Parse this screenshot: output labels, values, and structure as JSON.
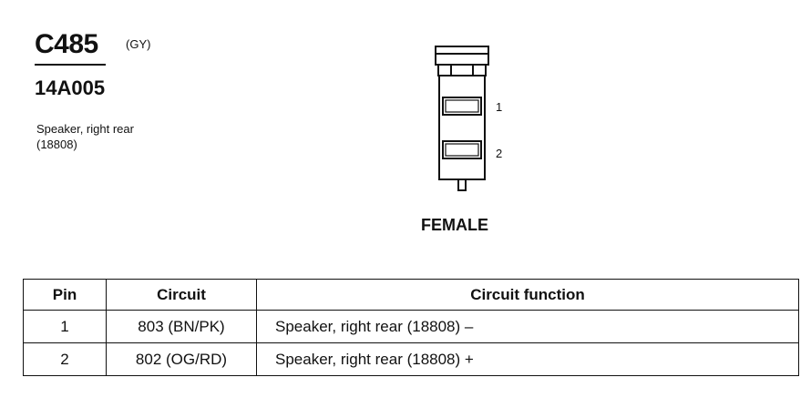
{
  "connector": {
    "id": "C485",
    "color_code": "(GY)",
    "part_number": "14A005",
    "description_lines": [
      "Speaker, right rear",
      "(18808)"
    ],
    "gender": "FEMALE",
    "pin_labels": [
      "1",
      "2"
    ]
  },
  "table": {
    "headers": {
      "pin": "Pin",
      "circuit": "Circuit",
      "function": "Circuit function"
    },
    "rows": [
      {
        "pin": "1",
        "circuit": "803 (BN/PK)",
        "function": "Speaker, right rear (18808) –"
      },
      {
        "pin": "2",
        "circuit": "802 (OG/RD)",
        "function": "Speaker, right rear (18808) +"
      }
    ]
  }
}
